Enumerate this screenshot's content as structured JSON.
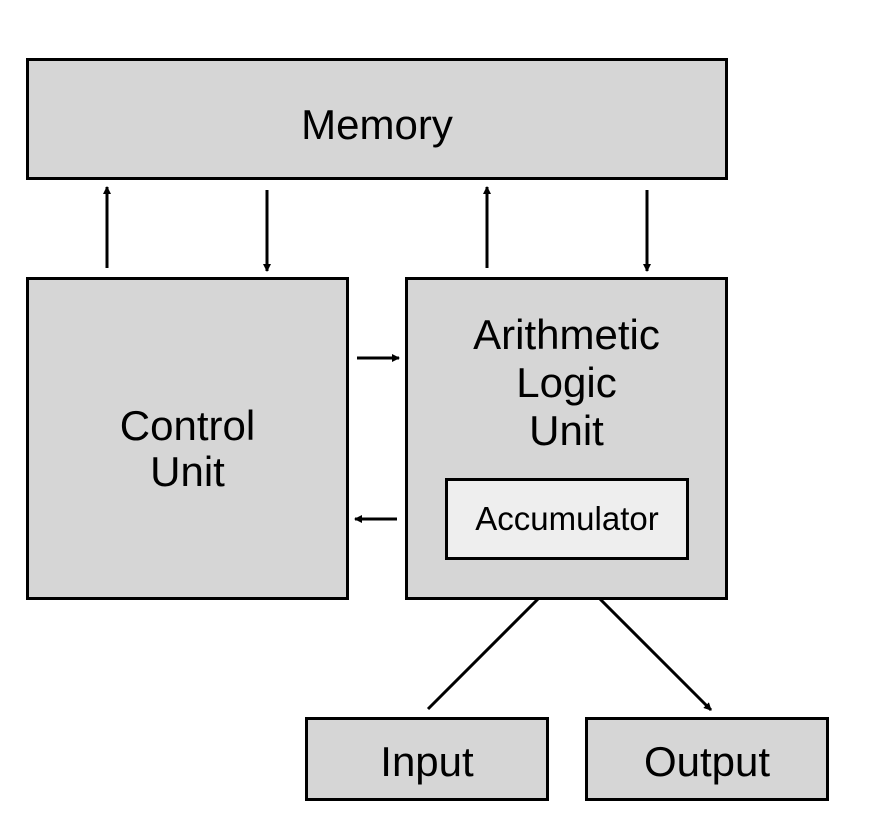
{
  "memory": {
    "label": "Memory"
  },
  "control_unit": {
    "label": "Control\nUnit"
  },
  "alu": {
    "label": "Arithmetic\nLogic\nUnit"
  },
  "accumulator": {
    "label": "Accumulator"
  },
  "input": {
    "label": "Input"
  },
  "output": {
    "label": "Output"
  },
  "colors": {
    "box_fill": "#d6d6d6",
    "accumulator_fill": "#eeeeee",
    "stroke": "#000000"
  }
}
